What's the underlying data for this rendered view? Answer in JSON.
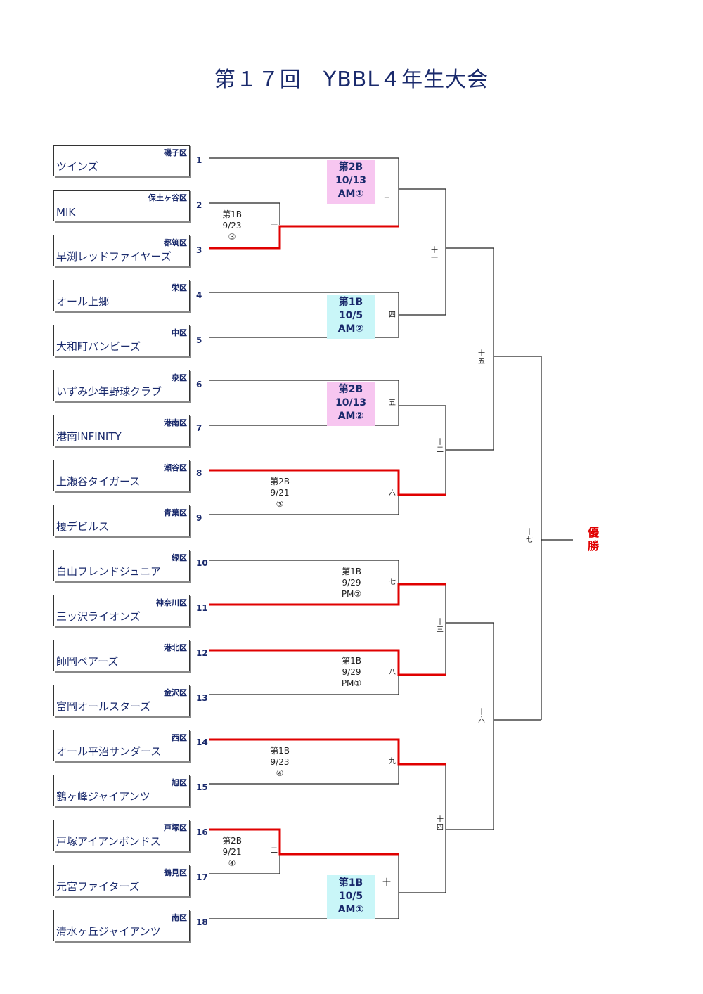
{
  "title": "第１７回　YBBL４年生大会",
  "teams": [
    {
      "seed": "1",
      "district": "磯子区",
      "name": "ツインズ"
    },
    {
      "seed": "2",
      "district": "保土ヶ谷区",
      "name": "MIK"
    },
    {
      "seed": "3",
      "district": "都筑区",
      "name": "早渕レッドファイヤーズ"
    },
    {
      "seed": "4",
      "district": "栄区",
      "name": "オール上郷"
    },
    {
      "seed": "5",
      "district": "中区",
      "name": "大和町バンビーズ"
    },
    {
      "seed": "6",
      "district": "泉区",
      "name": "いずみ少年野球クラブ"
    },
    {
      "seed": "7",
      "district": "港南区",
      "name": "港南INFINITY"
    },
    {
      "seed": "8",
      "district": "瀬谷区",
      "name": "上瀬谷タイガース"
    },
    {
      "seed": "9",
      "district": "青葉区",
      "name": "榎デビルス"
    },
    {
      "seed": "10",
      "district": "緑区",
      "name": "白山フレンドジュニア"
    },
    {
      "seed": "11",
      "district": "神奈川区",
      "name": "三ッ沢ライオンズ"
    },
    {
      "seed": "12",
      "district": "港北区",
      "name": "師岡ベアーズ"
    },
    {
      "seed": "13",
      "district": "金沢区",
      "name": "富岡オールスターズ"
    },
    {
      "seed": "14",
      "district": "西区",
      "name": "オール平沼サンダース"
    },
    {
      "seed": "15",
      "district": "旭区",
      "name": "鶴ヶ峰ジャイアンツ"
    },
    {
      "seed": "16",
      "district": "戸塚区",
      "name": "戸塚アイアンボンドス"
    },
    {
      "seed": "17",
      "district": "鶴見区",
      "name": "元宮ファイターズ"
    },
    {
      "seed": "18",
      "district": "南区",
      "name": "清水ヶ丘ジャイアンツ"
    }
  ],
  "match_labels": [
    {
      "id": "m2-3",
      "court": "第1B",
      "date": "9/23",
      "slot": "③"
    },
    {
      "id": "m8-9",
      "court": "第2B",
      "date": "9/21",
      "slot": "③"
    },
    {
      "id": "m10-11",
      "court": "第1B",
      "date": "9/29",
      "slot": "PM②"
    },
    {
      "id": "m12-13",
      "court": "第1B",
      "date": "9/29",
      "slot": "PM①"
    },
    {
      "id": "m14-15",
      "court": "第1B",
      "date": "9/23",
      "slot": "④"
    },
    {
      "id": "m16-17",
      "court": "第2B",
      "date": "9/21",
      "slot": "④"
    }
  ],
  "highlighted_labels": [
    {
      "id": "h1",
      "court": "第2B",
      "date": "10/13",
      "slot": "AM①",
      "color": "#f7c6f0"
    },
    {
      "id": "h2",
      "court": "第1B",
      "date": "10/5",
      "slot": "AM②",
      "color": "#c9f6f8"
    },
    {
      "id": "h3",
      "court": "第2B",
      "date": "10/13",
      "slot": "AM②",
      "color": "#f7c6f0"
    },
    {
      "id": "h4",
      "court": "第1B",
      "date": "10/5",
      "slot": "AM①",
      "color": "#c9f6f8"
    }
  ],
  "game_numbers": [
    "一",
    "二",
    "三",
    "四",
    "五",
    "六",
    "七",
    "八",
    "九",
    "十",
    "十一",
    "十二",
    "十三",
    "十四",
    "十五",
    "十六",
    "十七"
  ],
  "winner_label": "優勝",
  "colors": {
    "winner_line": "#e00000",
    "line": "#222222",
    "title": "#1a2a6c"
  }
}
